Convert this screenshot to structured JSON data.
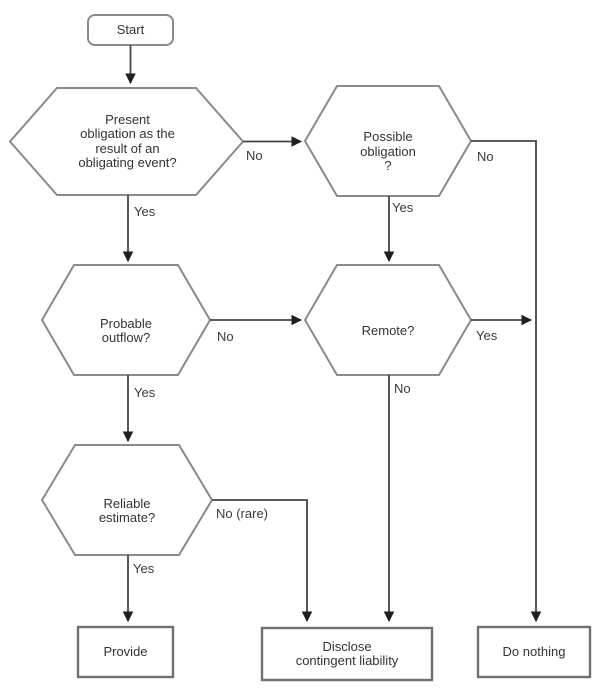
{
  "flowchart": {
    "nodes": {
      "start": {
        "label": "Start",
        "type": "terminator"
      },
      "present": {
        "label": "Present\nobligation as the\nresult of an\nobligating event?",
        "type": "decision"
      },
      "possible": {
        "label": "Possible\nobligation\n?",
        "type": "decision"
      },
      "probable": {
        "label": "Probable\noutflow?",
        "type": "decision"
      },
      "remote": {
        "label": "Remote?",
        "type": "decision"
      },
      "reliable": {
        "label": "Reliable\nestimate?",
        "type": "decision"
      },
      "provide": {
        "label": "Provide",
        "type": "outcome"
      },
      "disclose": {
        "label": "Disclose\ncontingent liability",
        "type": "outcome"
      },
      "donothing": {
        "label": "Do nothing",
        "type": "outcome"
      }
    },
    "edge_labels": {
      "present_no": "No",
      "present_yes": "Yes",
      "possible_no": "No",
      "possible_yes": "Yes",
      "probable_no": "No",
      "probable_yes": "Yes",
      "remote_yes": "Yes",
      "remote_no": "No",
      "reliable_no": "No (rare)",
      "reliable_yes": "Yes"
    },
    "colors": {
      "background": "#ffffff",
      "shape_border": "#8a8a8a",
      "outcome_border": "#6f6f6f",
      "connector": "#444444",
      "arrowhead": "#1f1f1f",
      "text": "#333333"
    }
  }
}
